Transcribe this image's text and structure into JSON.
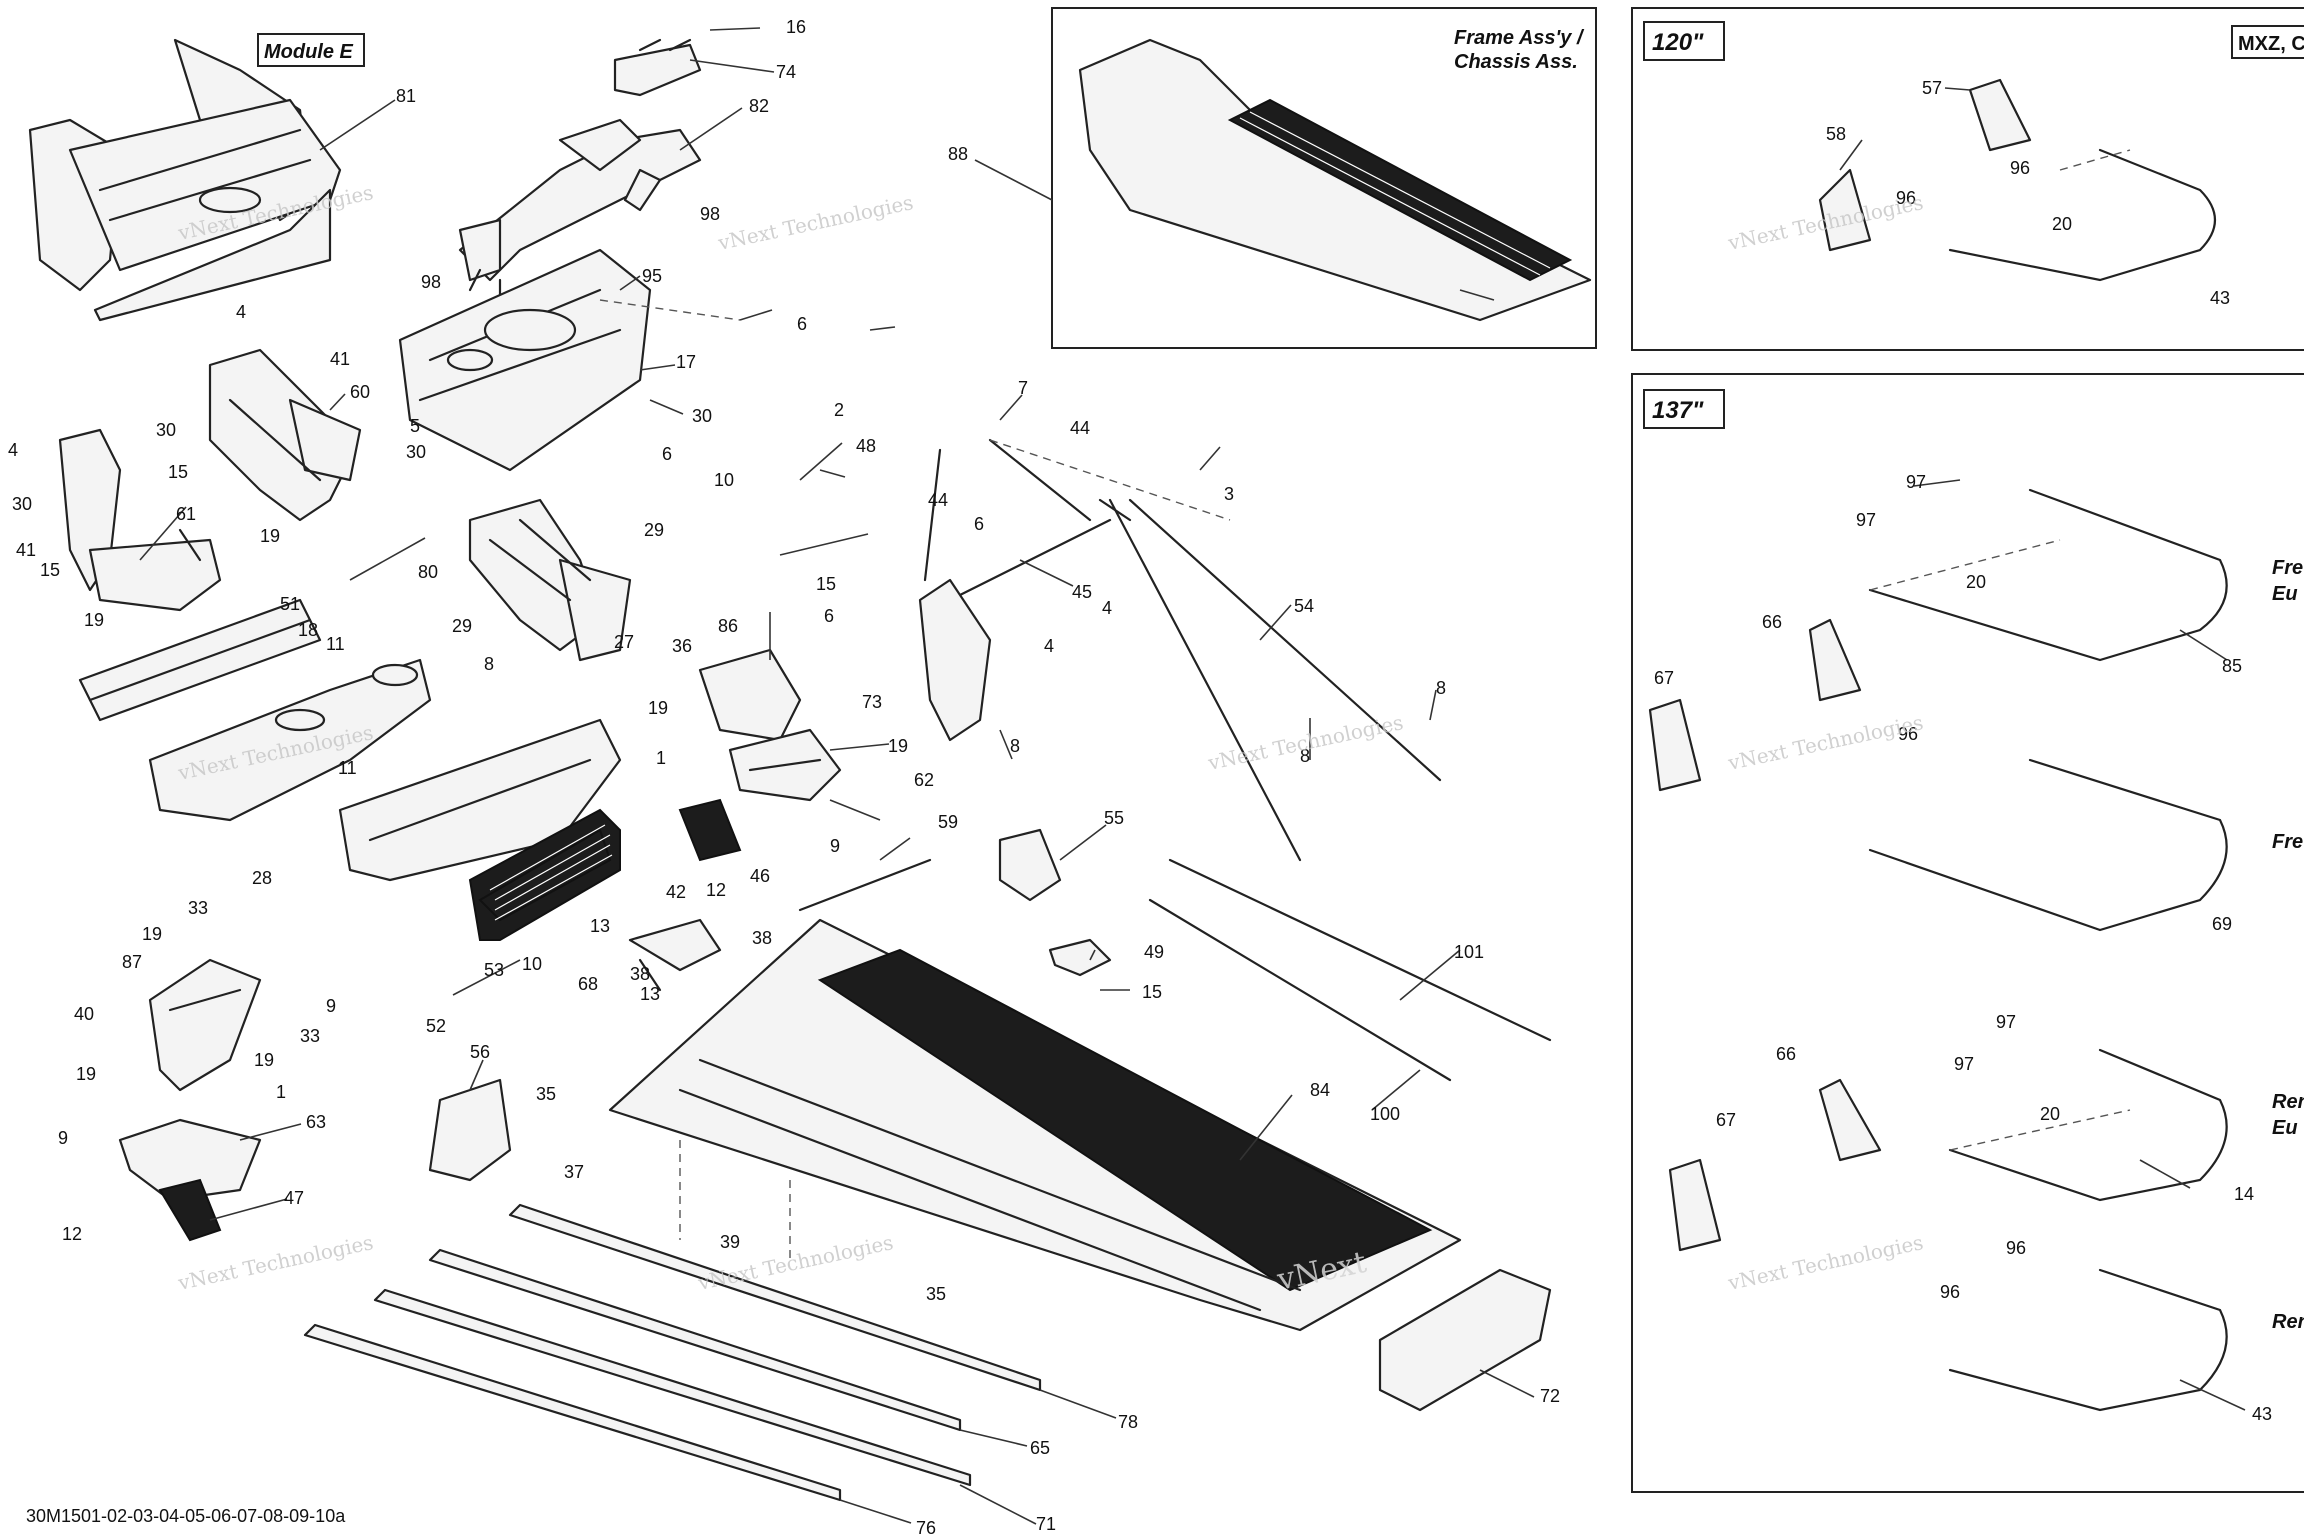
{
  "labels": {
    "module": "Module E",
    "frame_assy": "Frame Ass'y /",
    "frame_assy_2": "Chassis Ass.",
    "size_120": "120\"",
    "size_137": "137\"",
    "mxz": "MXZ, C",
    "fre_1": "Fre",
    "eur_1": "Eu",
    "fre_2": "Fre",
    "ren_1": "Ren",
    "eur_2": "Eu",
    "ren_2": "Ren"
  },
  "watermark": {
    "line1": "vNext Technologies",
    "line2": "Technologies",
    "line3": "vNext"
  },
  "footer": "30M1501-02-03-04-05-06-07-08-09-10a",
  "callouts": {
    "c16": "16",
    "c74": "74",
    "c81": "81",
    "c82": "82",
    "c88": "88",
    "c98a": "98",
    "c98b": "98",
    "c95": "95",
    "c4a": "4",
    "c6a": "6",
    "c41a": "41",
    "c60": "60",
    "c17": "17",
    "c30a": "30",
    "c30b": "30",
    "c5": "5",
    "c30c": "30",
    "c6b": "6",
    "c4b": "4",
    "c30d": "30",
    "c15a": "15",
    "c41b": "41",
    "c15b": "15",
    "c61": "61",
    "c19a": "19",
    "c2": "2",
    "c48": "48",
    "c10a": "10",
    "c15c": "15",
    "c29a": "29",
    "c80": "80",
    "c29b": "29",
    "c8a": "8",
    "c7": "7",
    "c44a": "44",
    "c44b": "44",
    "c6c": "6",
    "c3": "3",
    "c45": "45",
    "c4c": "4",
    "c54": "54",
    "c6d": "6",
    "c4d": "4",
    "c73": "73",
    "c8b": "8",
    "c8c": "8",
    "c8d": "8",
    "c19b": "19",
    "c51": "51",
    "c18": "18",
    "c11a": "11",
    "c27": "27",
    "c36": "36",
    "c86": "86",
    "c19c": "19",
    "c1a": "1",
    "c19d": "19",
    "c62": "62",
    "c11b": "11",
    "c9a": "9",
    "c59": "59",
    "c12a": "12",
    "c46": "46",
    "c55": "55",
    "c28": "28",
    "c33a": "33",
    "c19e": "19",
    "c87": "87",
    "c9b": "9",
    "c40": "40",
    "c33b": "33",
    "c19f": "19",
    "c19g": "19",
    "c1b": "1",
    "c9c": "9",
    "c63": "63",
    "c47": "47",
    "c12b": "12",
    "c53": "53",
    "c10b": "10",
    "c42": "42",
    "c13a": "13",
    "c38a": "38",
    "c38b": "38",
    "c13b": "13",
    "c68": "68",
    "c52": "52",
    "c56": "56",
    "c35a": "35",
    "c37": "37",
    "c39": "39",
    "c35b": "35",
    "c49": "49",
    "c15d": "15",
    "c101": "101",
    "c100": "100",
    "c84": "84",
    "c72": "72",
    "c78": "78",
    "c65": "65",
    "c71": "71",
    "c76": "76",
    "c57": "57",
    "c58": "58",
    "c96a": "96",
    "c96b": "96",
    "c20a": "20",
    "c43a": "43",
    "c97a": "97",
    "c97b": "97",
    "c20b": "20",
    "c66a": "66",
    "c85": "85",
    "c67a": "67",
    "c96c": "96",
    "c69": "69",
    "c97c": "97",
    "c66b": "66",
    "c97d": "97",
    "c20c": "20",
    "c67b": "67",
    "c14": "14",
    "c96d": "96",
    "c96e": "96",
    "c43b": "43"
  }
}
